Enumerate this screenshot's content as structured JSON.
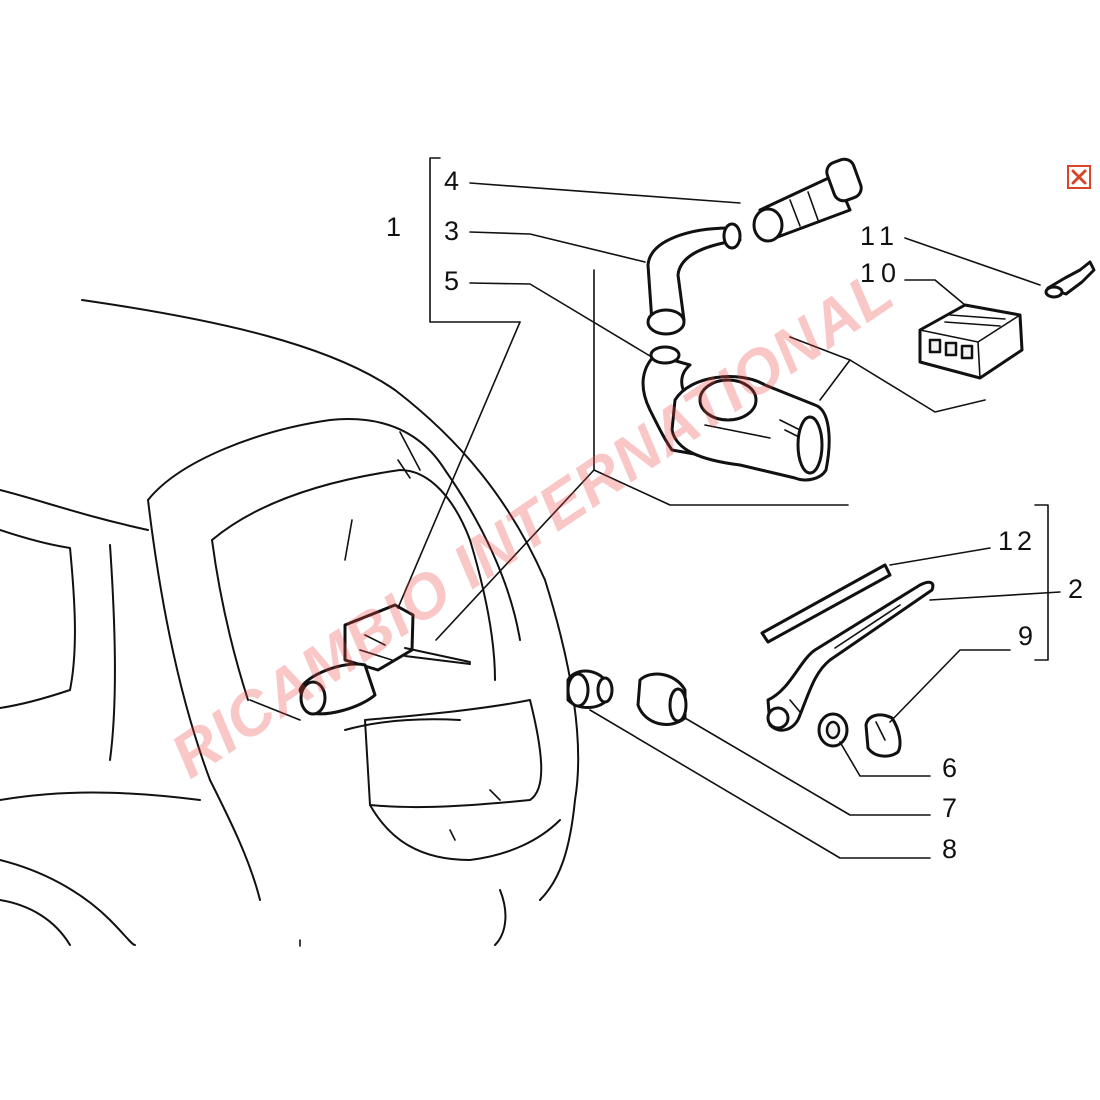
{
  "diagram": {
    "callouts": [
      "1",
      "2",
      "3",
      "4",
      "5",
      "6",
      "7",
      "8",
      "9",
      "10",
      "11",
      "12"
    ],
    "watermark": "RICAMBIO INTERNATIONAL",
    "colors": {
      "watermark": "#ee4646",
      "close_icon": "#d9452a",
      "line": "#111111"
    }
  }
}
